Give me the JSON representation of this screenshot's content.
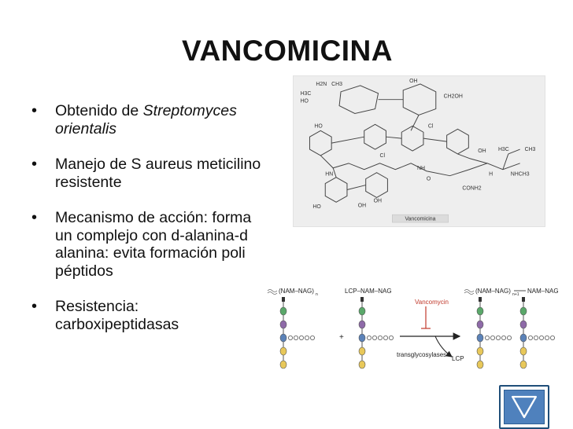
{
  "slide": {
    "title": "VANCOMICINA",
    "bullets": [
      {
        "prefix": "Obtenido de ",
        "emphasis": "Streptomyces orientalis"
      },
      {
        "text": "Manejo de S aureus meticilino resistente"
      },
      {
        "text": "Mecanismo de acción: forma un complejo con d-alanina-d alanina: evita formación poli péptidos"
      },
      {
        "text": "Resistencia: carboxipeptidasas"
      }
    ]
  },
  "structure_image": {
    "caption": "Vancomicina",
    "labels": [
      "H2N",
      "CH3",
      "H3C",
      "HO",
      "OH",
      "CH2OH",
      "HO",
      "Cl",
      "OH",
      "H3C",
      "CH3",
      "HN",
      "NH",
      "O",
      "Cl",
      "H",
      "NHCH3",
      "CONH2",
      "HO",
      "OH",
      "OH"
    ]
  },
  "mechanism_image": {
    "labels": {
      "left_chain": "(NAM–NAG)",
      "sub_n": "n",
      "middle_chain": "LCP–NAM–NAG",
      "drug": "Vancomycin",
      "enzyme": "transglycosylases",
      "product_chain": "(NAM–NAG)",
      "product_sub": "n+1",
      "product_tail": "NAM–NAG",
      "byproduct": "LCP",
      "plus": "+"
    },
    "colors": {
      "green": "#5aa86a",
      "purple": "#8e6aa8",
      "blue": "#5b82b8",
      "yellow": "#e8c85a",
      "arrow_red": "#c0392b"
    }
  },
  "nav": {
    "icon": "triangle-down-icon"
  }
}
